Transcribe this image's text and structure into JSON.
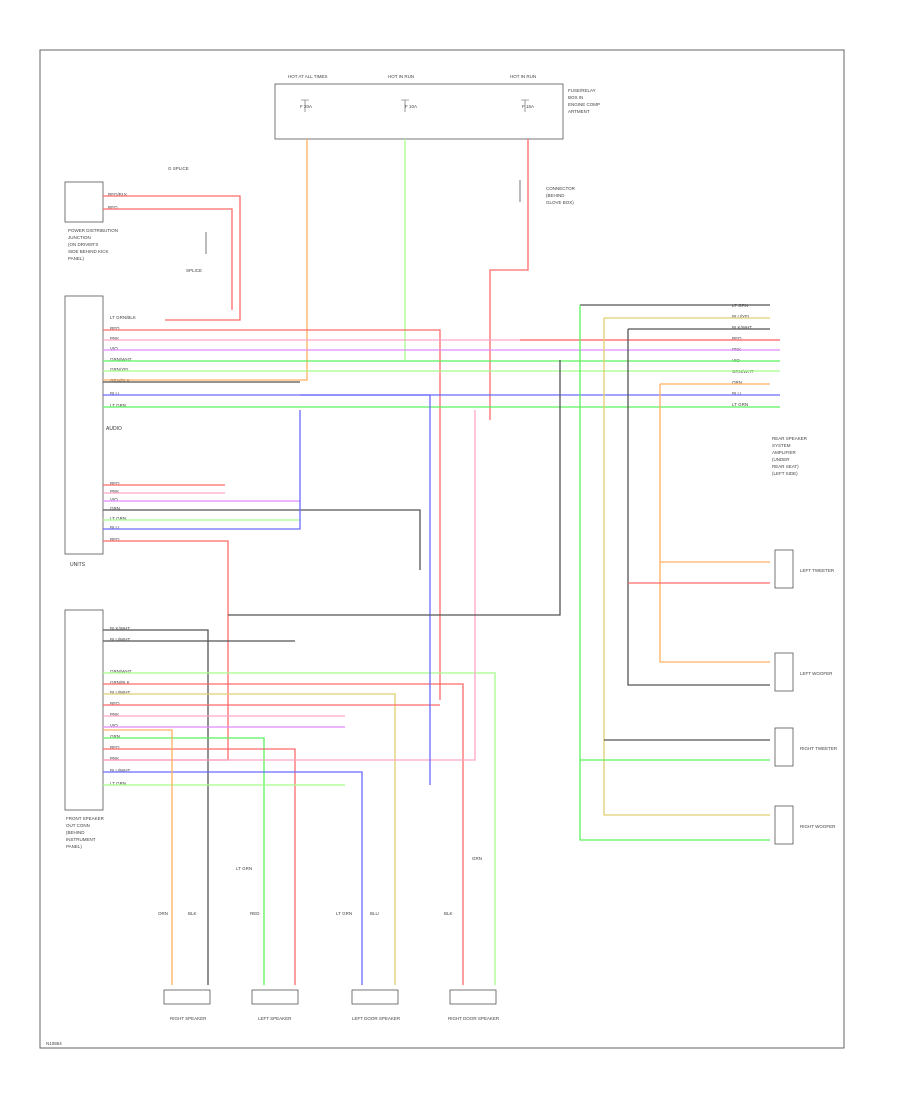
{
  "page": {
    "footer_code": "N10864"
  },
  "colors": {
    "red": "#ff6a6a",
    "pink": "#ffa6c8",
    "violet": "#e08cff",
    "green": "#5cf05c",
    "lt_green": "#a6ff8c",
    "blue": "#6a6aff",
    "orange": "#ffb060",
    "dark": "#555555",
    "yellow": "#e0d070"
  },
  "fuse_block": {
    "top_labels": [
      "HOT AT ALL TIMES",
      "HOT IN RUN",
      "HOT IN RUN"
    ],
    "fuse_ids": [
      "F 20A",
      "F 10A",
      "F 15A"
    ],
    "side_label": [
      "FUSE/RELAY",
      "BOX IN",
      "ENGINE COMP",
      "ARTMENT"
    ]
  },
  "left_components": {
    "top_splice": "G SPLICE",
    "junction_label": [
      "POWER DISTRIBUTION",
      "JUNCTION",
      "(ON DRIVER'S",
      "SIDE BEHIND KICK",
      "PANEL)"
    ],
    "splice_mid": "SPLICE",
    "audio_unit_label": "AUDIO",
    "audio_unit_footer": "UNITS",
    "front_speaker_connector": [
      "FRONT SPEAKER",
      "OUT CONN",
      "(BEHIND",
      "INSTRUMENT",
      "PANEL)"
    ]
  },
  "right_components": {
    "connector_label": [
      "CONNECTOR",
      "(BEHIND",
      "GLOVE BOX)"
    ],
    "rear_speaker_label": [
      "REAR SPEAKER",
      "SYSTEM",
      "AMPLIFIER",
      "(UNDER",
      "REAR SEAT)",
      "(LEFT SIDE)"
    ],
    "speakers": [
      "LEFT TWEETER",
      "LEFT WOOFER",
      "RIGHT TWEETER",
      "RIGHT WOOFER"
    ]
  },
  "bottom_speakers": [
    "RIGHT SPEAKER",
    "LEFT SPEAKER",
    "LEFT DOOR SPEAKER",
    "RIGHT DOOR SPEAKER"
  ],
  "wire_labels": {
    "left_connector_a": [
      "RED/BLK",
      "RED"
    ],
    "left_audio": [
      "LT GRN/BLK",
      "RED",
      "PNK",
      "VIO",
      "GRN/WHT",
      "GRN/YEL",
      "GRN/BLK",
      "BLU",
      "LT GRN"
    ],
    "left_audio_lower": [
      "RED",
      "PNK",
      "VIO",
      "GRN",
      "LT GRN",
      "BLU",
      "RED"
    ],
    "front_conn": [
      "BLK/WHT",
      "BLU/WHT",
      "GRN/WHT",
      "GRN/BLK",
      "BLU/WHT",
      "RED",
      "PNK",
      "VIO",
      "GRN",
      "RED",
      "PNK",
      "BLU/WHT",
      "LT GRN"
    ],
    "right_conn": [
      "LT GRN",
      "BLU/YEL",
      "BLK/WHT",
      "RED",
      "PNK",
      "VIO",
      "GRN/WHT",
      "ORN",
      "BLU",
      "LT GRN"
    ],
    "speaker_wires": [
      "ORN",
      "BLK",
      "LT GRN",
      "RED",
      "LT GRN",
      "BLU",
      "BLK",
      "GRN"
    ]
  }
}
